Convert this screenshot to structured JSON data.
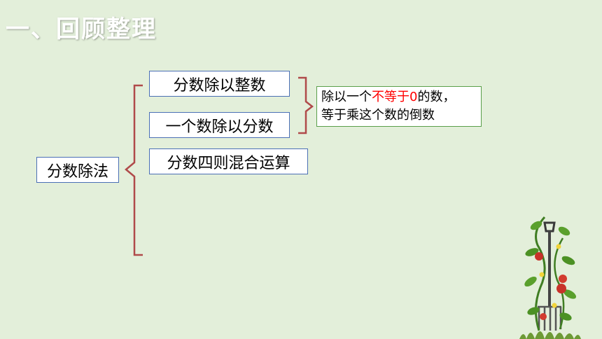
{
  "slide": {
    "title": "一、回顾整理",
    "root": "分数除法",
    "branches": [
      "分数除以整数",
      "一个数除以分数",
      "分数四则混合运算"
    ],
    "note": {
      "line1_before": "除以一个",
      "line1_highlight": "不等于0",
      "line1_after": "的数，",
      "line2": "等于乘这个数的倒数"
    }
  },
  "colors": {
    "background": "#e3efda",
    "box_border": "#4a6fb5",
    "bracket": "#b04a4a",
    "note_border": "#5a9f4a",
    "highlight": "#ff0000"
  },
  "icons": {
    "decoration": "tomato-plant-garden-fork-icon"
  }
}
